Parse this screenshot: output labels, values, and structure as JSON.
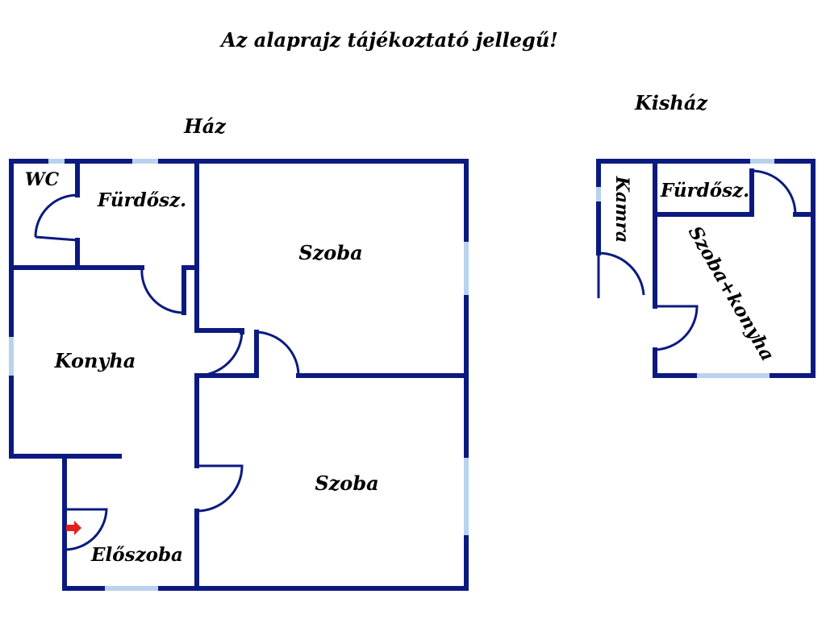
{
  "notice": "Az alaprajz tájékoztató jellegű!",
  "colors": {
    "wall": "#0b1a80",
    "window": "#b9d3ee",
    "door": "#0b1a80",
    "entrance_arrow": "#e02020",
    "background": "#ffffff"
  },
  "entrance_icon": "right-arrow-icon",
  "buildings": {
    "haz": {
      "title": "Ház",
      "rooms": {
        "wc": "WC",
        "furdo": "Fürdősz.",
        "szoba1": "Szoba",
        "konyha": "Konyha",
        "szoba2": "Szoba",
        "eloszoba": "Előszoba"
      }
    },
    "kishaz": {
      "title": "Kisház",
      "rooms": {
        "kamra": "Kamra",
        "furdo": "Fürdősz.",
        "szoba_konyha": "Szoba+konyha"
      }
    }
  }
}
